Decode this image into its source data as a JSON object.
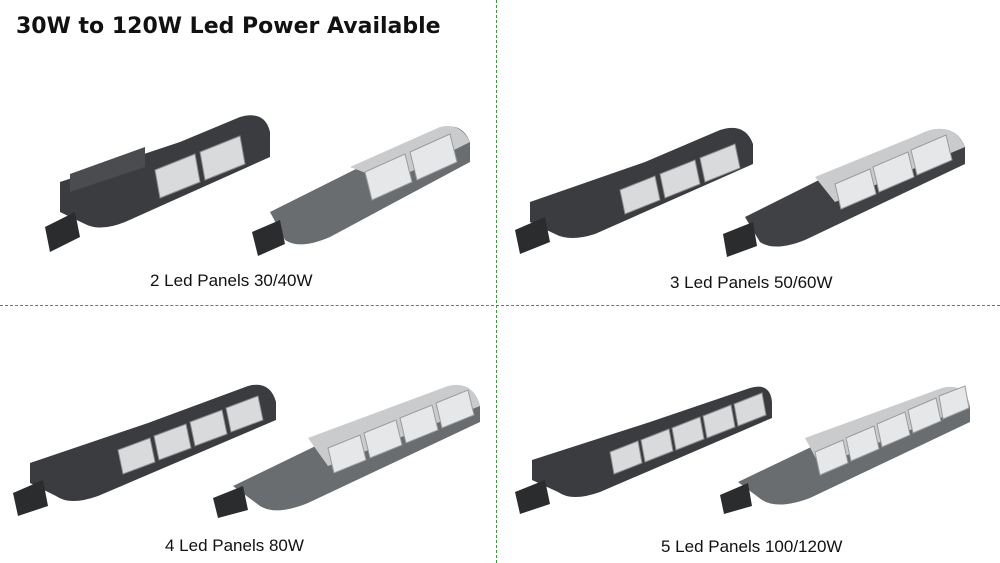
{
  "title": "30W to 120W Led Power Available",
  "colors": {
    "divider": "#3b9a3b",
    "housing_dark": "#3a3c3f",
    "housing_gray": "#6a6d70",
    "silver": "#c9cbcd"
  },
  "panels": [
    {
      "caption": "2 Led Panels 30/40W",
      "led_panels": 2
    },
    {
      "caption": "3 Led Panels 50/60W",
      "led_panels": 3
    },
    {
      "caption": "4 Led Panels 80W",
      "led_panels": 4
    },
    {
      "caption": "5 Led Panels 100/120W",
      "led_panels": 5
    }
  ]
}
